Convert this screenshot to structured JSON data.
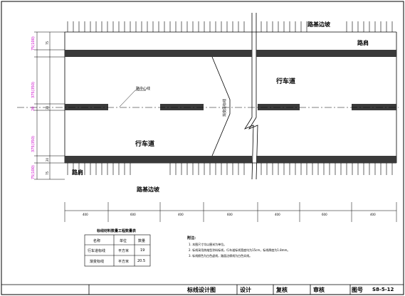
{
  "drawing": {
    "top_label": "路基边坡",
    "bottom_label": "路基边坡",
    "shoulder_top": "路肩",
    "shoulder_bottom": "路肩",
    "lane_top": "行车道",
    "lane_bottom": "行车道",
    "centerline_label": "路中心线",
    "transition_label": "渐变段标线"
  },
  "left_dims": [
    {
      "text": "75(100)",
      "color": "#cc00cc"
    },
    {
      "text": "375(350)",
      "color": "#cc00cc"
    },
    {
      "text": "20",
      "color": "#cc00cc"
    },
    {
      "text": "375(350)",
      "color": "#cc00cc"
    },
    {
      "text": "75(100)",
      "color": "#cc00cc"
    }
  ],
  "left_dims_small": [
    "75",
    "20",
    "20",
    "75"
  ],
  "bottom_dims": [
    "400",
    "600",
    "400",
    "600",
    "400",
    "600",
    "400"
  ],
  "quantity_table": {
    "title": "标线材料数量工程数量表",
    "headers": [
      "名称",
      "单位",
      "数量"
    ],
    "rows": [
      [
        "行车道标线",
        "平方米",
        "19"
      ],
      [
        "渐变标线",
        "平方米",
        "20.5"
      ]
    ]
  },
  "notes": {
    "title": "附注:",
    "lines": [
      "1. 本图尺寸均以厘米为单位。",
      "2. 标线采用热熔型涂料标线，行车道标线宽度均为15cm，标线厚度为1.8mm。",
      "3. 标线颜色为白色虚线，路面边缘线为白色实线。"
    ]
  },
  "title_block": {
    "drawing_title": "标线设计图",
    "design_label": "设计",
    "review_label": "复核",
    "approve_label": "审核",
    "drawing_no_label": "图号",
    "drawing_no": "S8-5-12"
  },
  "colors": {
    "marking": "#3a3a3a",
    "dimension": "#cc00cc",
    "line": "#000000"
  }
}
